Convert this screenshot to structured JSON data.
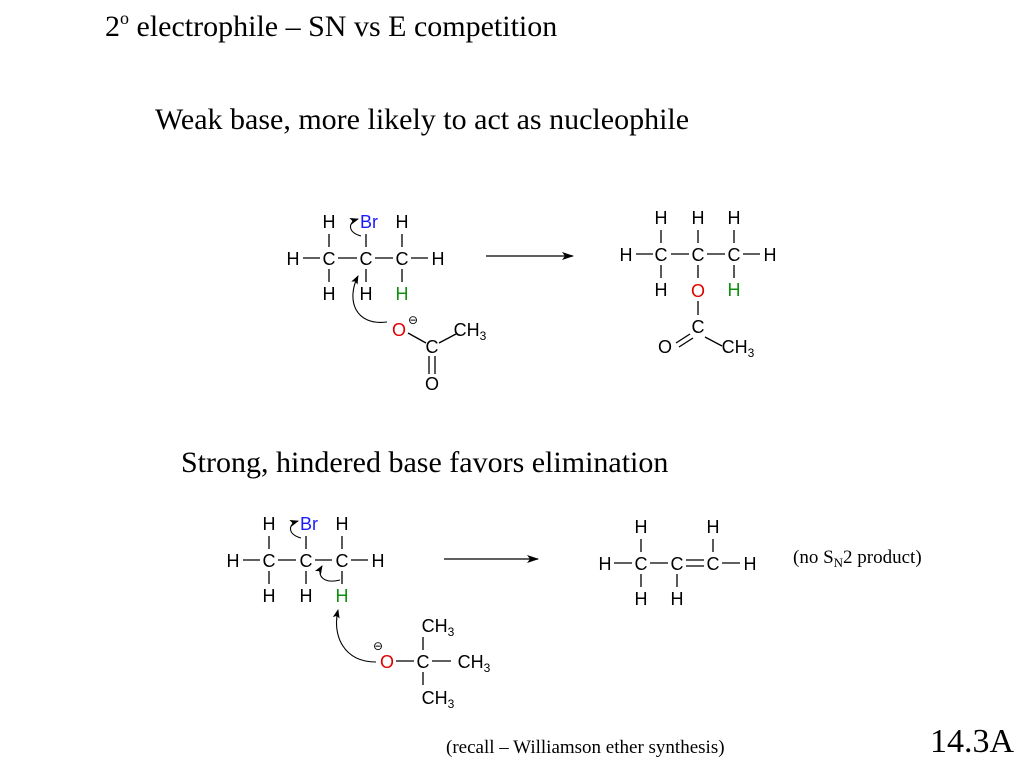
{
  "slide": {
    "title_prefix": "2",
    "title_sup": "o",
    "title_rest": " electrophile – SN vs E competition",
    "heading_sn2": "Weak base, more likely to act as nucleophile",
    "heading_e2": "Strong, hindered base favors elimination",
    "note_prefix": "(no S",
    "note_sub": "N",
    "note_suffix": "2 product)",
    "recall": "(recall – Williamson ether synthesis)",
    "slide_number": "14.3A"
  },
  "atoms": {
    "H": "H",
    "C": "C",
    "O": "O",
    "Br": "Br",
    "CH": "CH",
    "three": "3",
    "minus": "⊖"
  },
  "colors": {
    "text": "#000000",
    "bromine": "#1a1aff",
    "oxygen": "#e00000",
    "beta_hydrogen": "#109010"
  }
}
